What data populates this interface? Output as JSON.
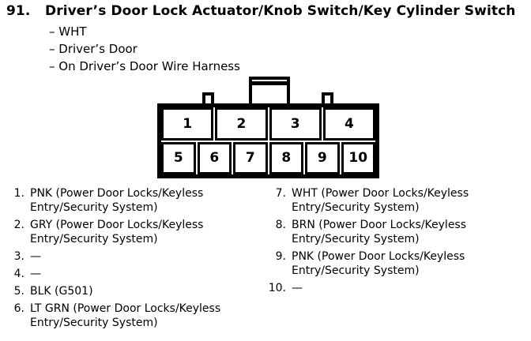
{
  "entry": {
    "number": "91.",
    "title": "Driver’s Door Lock Actuator/Knob Switch/Key Cylinder Switch",
    "attributes": [
      "– WHT",
      "– Driver’s Door",
      "– On Driver’s Door Wire Harness"
    ]
  },
  "connector": {
    "description": "10-pin connector, front view",
    "top_row": [
      "1",
      "2",
      "3",
      "4"
    ],
    "bottom_row": [
      "5",
      "6",
      "7",
      "8",
      "9",
      "10"
    ]
  },
  "pins": {
    "left": [
      {
        "num": "1.",
        "desc": "PNK (Power Door Locks/Keyless\nEntry/Security System)"
      },
      {
        "num": "2.",
        "desc": "GRY (Power Door Locks/Keyless\nEntry/Security System)"
      },
      {
        "num": "3.",
        "desc": "—"
      },
      {
        "num": "4.",
        "desc": "—"
      },
      {
        "num": "5.",
        "desc": "BLK (G501)"
      },
      {
        "num": "6.",
        "desc": "LT GRN (Power Door Locks/Keyless\nEntry/Security System)"
      }
    ],
    "right": [
      {
        "num": "7.",
        "desc": "WHT (Power Door Locks/Keyless\nEntry/Security System)"
      },
      {
        "num": "8.",
        "desc": "BRN (Power Door Locks/Keyless\nEntry/Security System)"
      },
      {
        "num": "9.",
        "desc": "PNK (Power Door Locks/Keyless\nEntry/Security System)"
      },
      {
        "num": "10.",
        "desc": "—"
      }
    ]
  },
  "colors": {
    "ink": "#000000",
    "paper": "#ffffff"
  }
}
